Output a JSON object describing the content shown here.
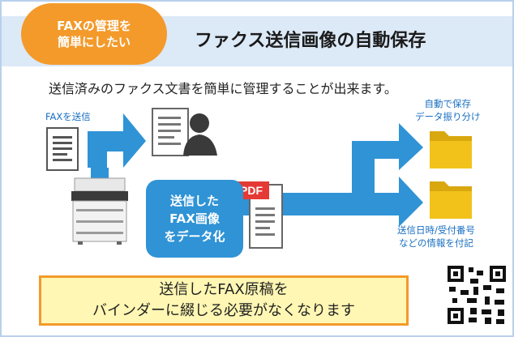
{
  "badge": {
    "line1": "FAXの管理を",
    "line2": "簡単にしたい"
  },
  "title": "ファクス送信画像の自動保存",
  "subtitle": "送信済みのファクス文書を簡単に管理することが出来ます。",
  "labels": {
    "fax_send": "FAXを送信",
    "auto_save_1": "自動で保存",
    "auto_save_2": "データ振り分け",
    "info_1": "送信日時/受付番号",
    "info_2": "などの情報を付記",
    "pdf": "PDF"
  },
  "process_box": {
    "line1": "送信した",
    "line2": "FAX画像",
    "line3": "をデータ化"
  },
  "note": {
    "line1": "送信したFAX原稿を",
    "line2": "バインダーに綴じる必要がなくなります"
  },
  "colors": {
    "accent_blue": "#2f93d6",
    "badge_orange": "#f39a2b",
    "header_bg": "#dce9f7",
    "note_bg": "#fff7b3",
    "folder": "#f2c21a"
  }
}
